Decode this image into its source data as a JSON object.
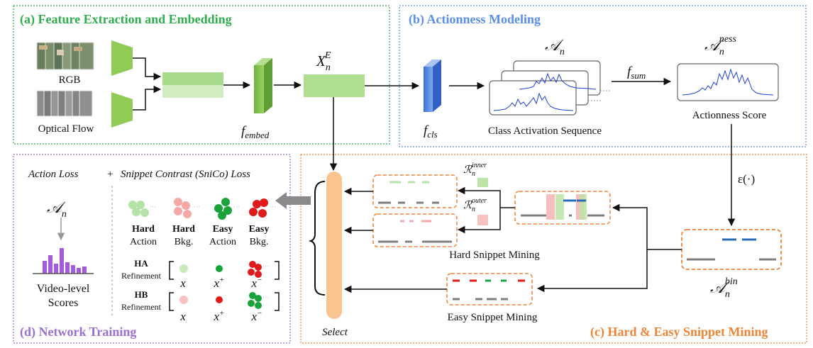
{
  "panels": {
    "a_title": "(a) Feature Extraction and Embedding",
    "b_title": "(b) Actionness Modeling",
    "c_title": "(c) Hard & Easy Snippet Mining",
    "d_title": "(d) Network Training"
  },
  "labels": {
    "rgb": "RGB",
    "optical_flow": "Optical Flow",
    "f_embed_main": "f",
    "f_embed_sub": "embed",
    "x_main": "X",
    "x_sub": "n",
    "x_sup": "E",
    "f_cls_main": "f",
    "f_cls_sub": "cls",
    "a_n_main": "𝒜",
    "a_n_sub": "n",
    "cas": "Class Activation Sequence",
    "f_sum_main": "f",
    "f_sum_sub": "sum",
    "a_ness_main": "𝒜",
    "a_ness_sub": "n",
    "a_ness_sup": "ness",
    "actionness_score": "Actionness Score",
    "epsilon": "ε(·)",
    "a_bin_main": "𝒜",
    "a_bin_sub": "n",
    "a_bin_sup": "bin",
    "r_inner_main": "ℛ",
    "r_inner_sub": "n",
    "r_inner_sup": "inner",
    "r_outer_main": "ℛ",
    "r_outer_sub": "n",
    "r_outer_sup": "outer",
    "hard_mining": "Hard Snippet Mining",
    "easy_mining": "Easy Snippet Mining",
    "select": "Select",
    "action_loss": "Action Loss",
    "plus": "+",
    "snico_loss": "Snippet Contrast (SniCo) Loss",
    "d_a_main": "𝒜",
    "d_a_sub": "n",
    "video_level": "Video-level",
    "scores": "Scores",
    "hard_action_1": "Hard",
    "hard_action_2": "Action",
    "hard_bkg_1": "Hard",
    "hard_bkg_2": "Bkg.",
    "easy_action_1": "Easy",
    "easy_action_2": "Action",
    "easy_bkg_1": "Easy",
    "easy_bkg_2": "Bkg.",
    "ha_1": "HA",
    "hb_1": "HB",
    "refinement": "Refinement",
    "x_plain": "x",
    "x_plus": "x",
    "x_minus": "x",
    "sup_plus": "+",
    "sup_minus": "−",
    "dots": "···"
  },
  "colors": {
    "panel_a": "#2fae4d",
    "panel_b": "#5b8ee6",
    "panel_c": "#ee8436",
    "panel_d": "#9a6fd0",
    "embed_green": "#8fcb55",
    "cls_blue": "#4a7fe0",
    "select_orange": "#f9c48f",
    "hard_action": "#b5e2a6",
    "hard_bkg": "#f5a8a8",
    "easy_action": "#1aa33a",
    "easy_bkg": "#e01a1a",
    "bin_blue": "#2a6ab8",
    "bar_purple": "#a55ad8",
    "signal_blue": "#1f3fd8"
  }
}
